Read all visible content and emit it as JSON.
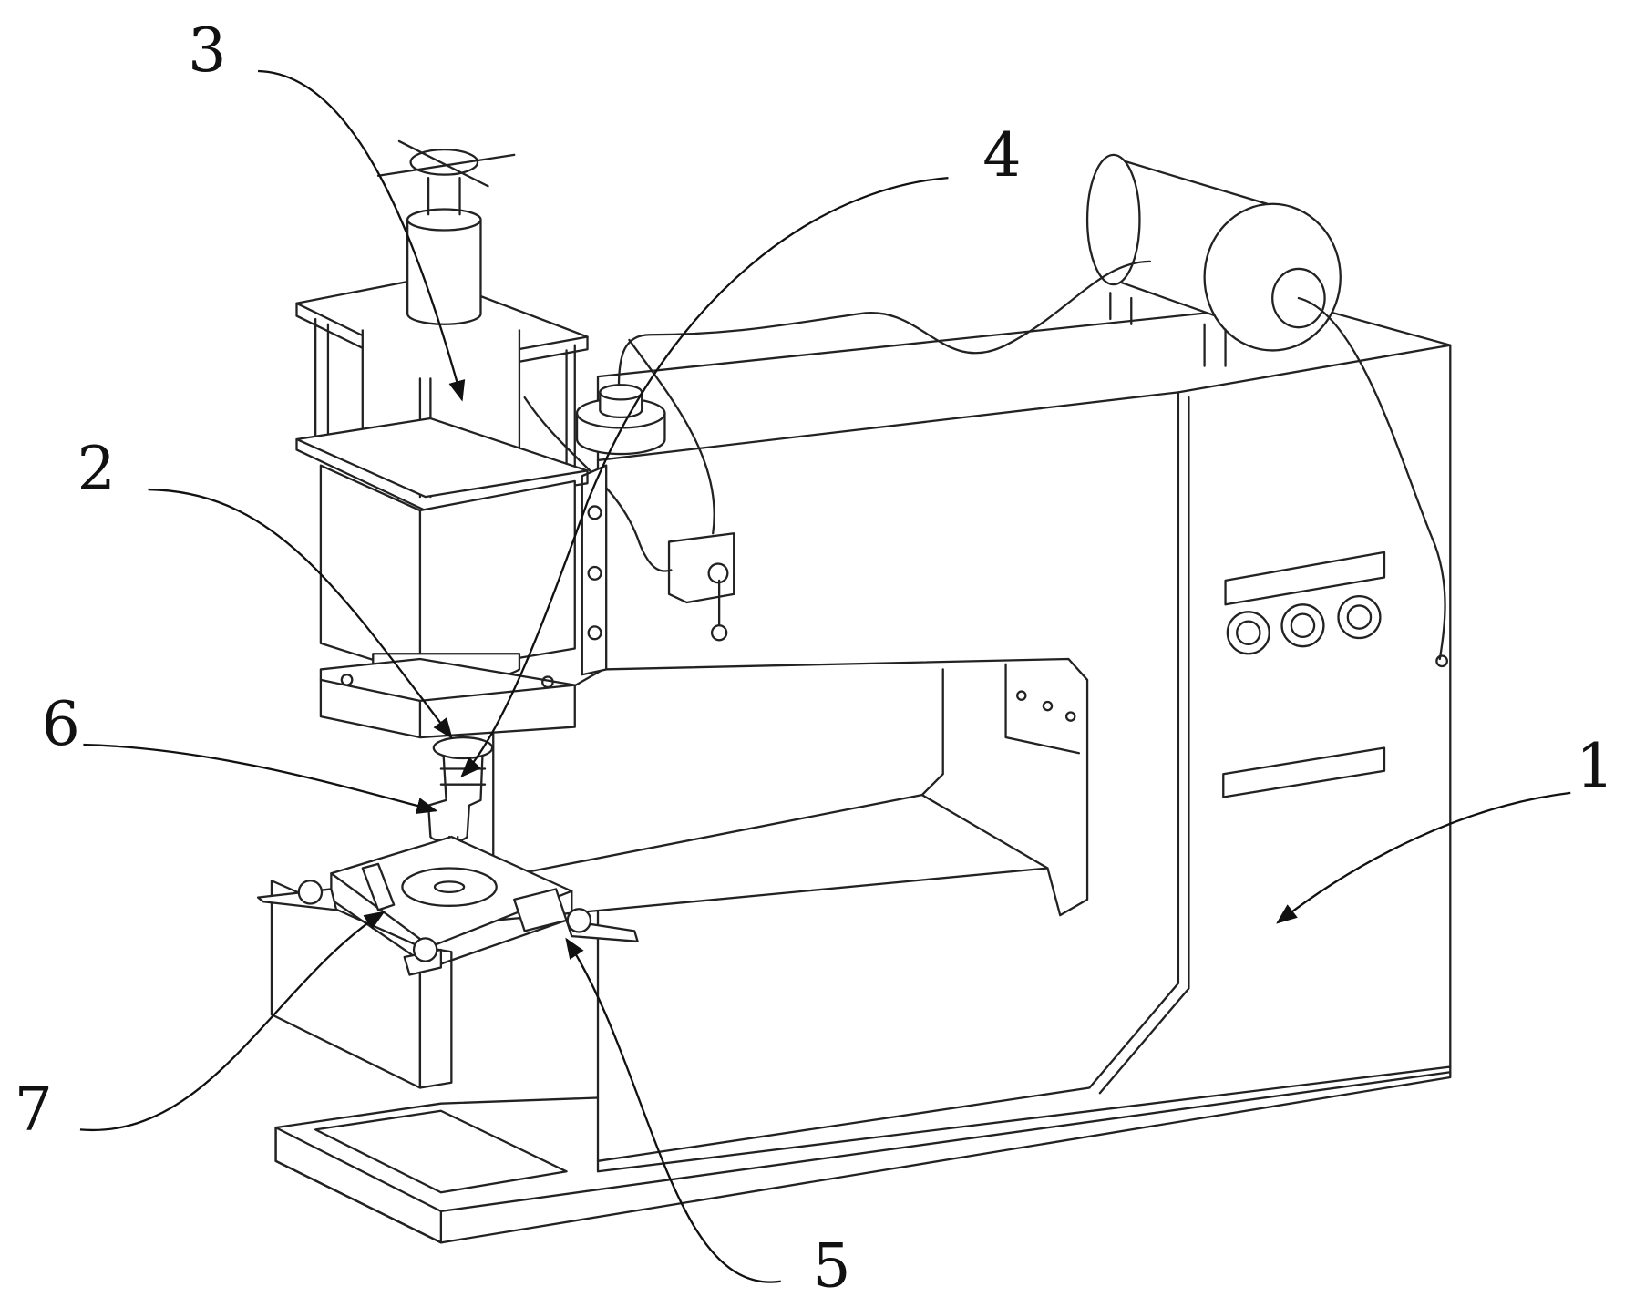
{
  "figure": {
    "labels": [
      {
        "id": "1",
        "text": "1"
      },
      {
        "id": "2",
        "text": "2"
      },
      {
        "id": "3",
        "text": "3"
      },
      {
        "id": "4",
        "text": "4"
      },
      {
        "id": "5",
        "text": "5"
      },
      {
        "id": "6",
        "text": "6"
      },
      {
        "id": "7",
        "text": "7"
      }
    ],
    "colors": {
      "line": "#222222",
      "background": "#ffffff"
    }
  }
}
